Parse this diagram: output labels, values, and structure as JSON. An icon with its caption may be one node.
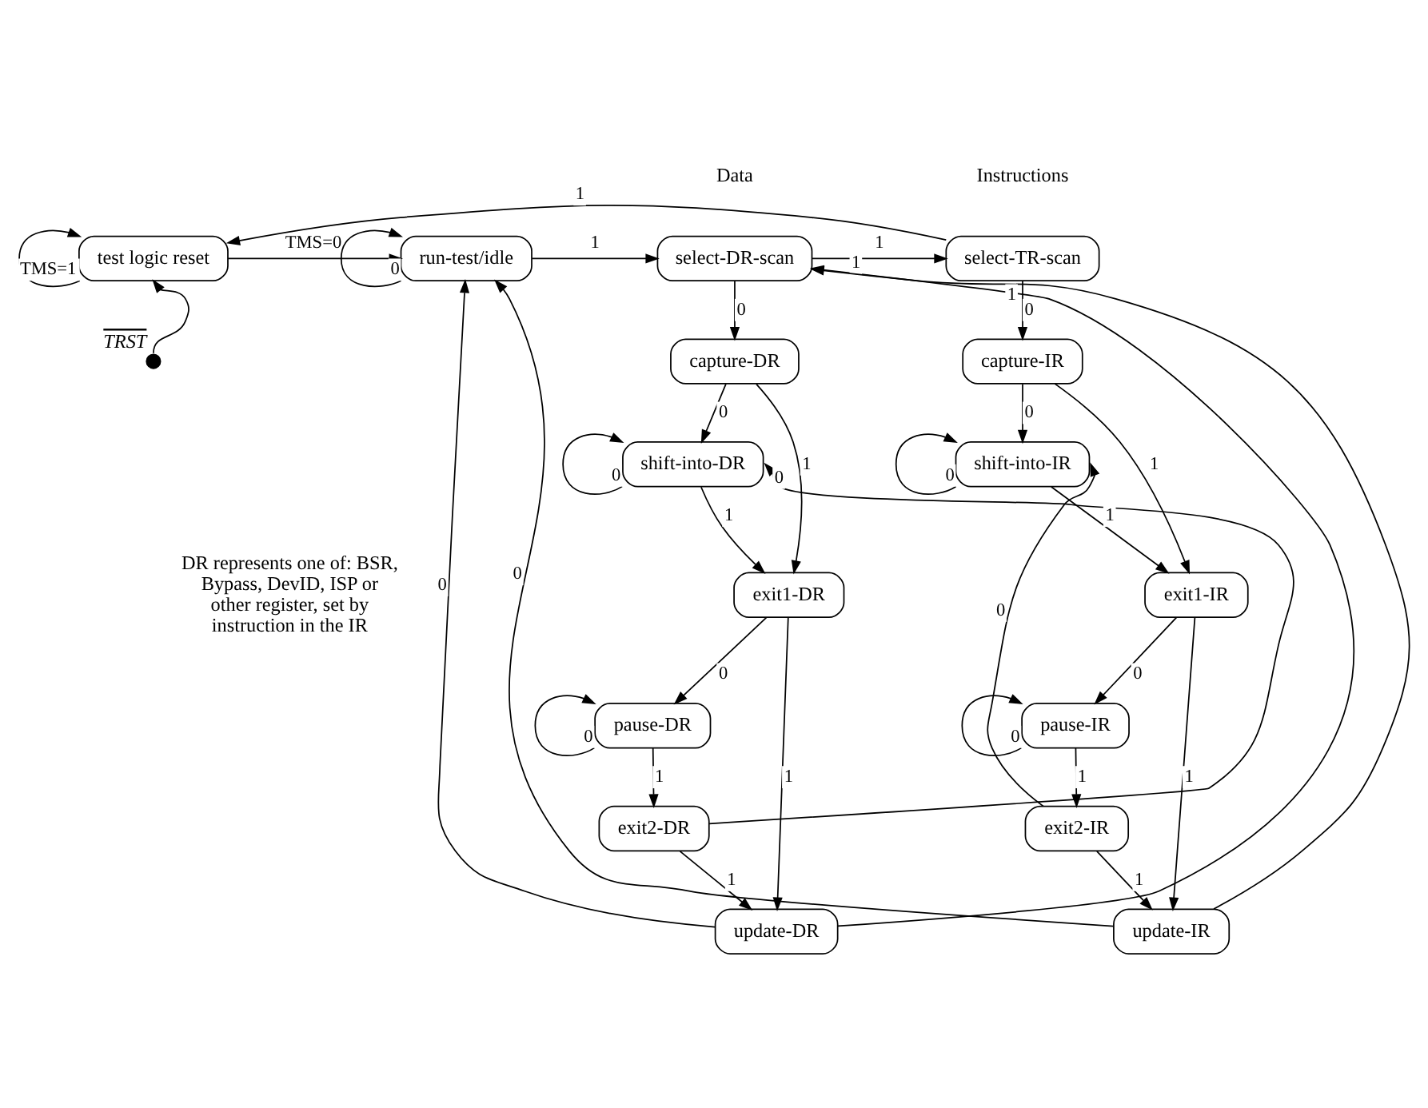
{
  "diagram": {
    "nodes": [
      {
        "text": [
          "test logic reset"
        ]
      },
      {
        "text": [
          "run-test/idle"
        ]
      },
      {
        "text": [
          "select-DR-scan"
        ]
      },
      {
        "text": [
          "select-TR-scan"
        ]
      },
      {
        "text": [
          "capture-DR"
        ]
      },
      {
        "text": [
          "shift-into-DR"
        ]
      },
      {
        "text": [
          "exit1-DR"
        ]
      },
      {
        "text": [
          "pause-DR"
        ]
      },
      {
        "text": [
          "exit2-DR"
        ]
      },
      {
        "text": [
          "update-DR"
        ]
      },
      {
        "text": [
          "capture-IR"
        ]
      },
      {
        "text": [
          "shift-into-IR"
        ]
      },
      {
        "text": [
          "exit1-IR"
        ]
      },
      {
        "text": [
          "pause-IR"
        ]
      },
      {
        "text": [
          "exit2-IR"
        ]
      },
      {
        "text": [
          "update-IR"
        ]
      },
      {
        "text": [],
        "shape": "circle",
        "beside": [
          "TRST"
        ]
      }
    ],
    "edges": [
      {
        "from": 0,
        "to": 0,
        "arrow": "to",
        "label": "TMS=1"
      },
      {
        "from": 0,
        "to": 1,
        "arrow": "to",
        "label": "TMS=0"
      },
      {
        "from": 16,
        "to": 0,
        "arrow": "to"
      },
      {
        "from": 1,
        "to": 1,
        "arrow": "to",
        "label": "0"
      },
      {
        "from": 1,
        "to": 2,
        "arrow": "to",
        "label": "1"
      },
      {
        "from": 2,
        "to": 3,
        "arrow": "to",
        "label": "1"
      },
      {
        "from": 3,
        "to": 0,
        "arrow": "to",
        "label": "1"
      },
      {
        "from": 2,
        "to": 4,
        "arrow": "to",
        "label": "0"
      },
      {
        "from": 4,
        "to": 5,
        "arrow": "to",
        "label": "0"
      },
      {
        "from": 4,
        "to": 6,
        "arrow": "to",
        "label": "1"
      },
      {
        "from": 5,
        "to": 5,
        "arrow": "to",
        "label": "0"
      },
      {
        "from": 5,
        "to": 6,
        "arrow": "to",
        "label": "1"
      },
      {
        "from": 6,
        "to": 7,
        "arrow": "to",
        "label": "0"
      },
      {
        "from": 6,
        "to": 9,
        "arrow": "to",
        "label": "1"
      },
      {
        "from": 7,
        "to": 7,
        "arrow": "to",
        "label": "0"
      },
      {
        "from": 7,
        "to": 8,
        "arrow": "to",
        "label": "1"
      },
      {
        "from": 8,
        "to": 5,
        "arrow": "to",
        "label": "0"
      },
      {
        "from": 8,
        "to": 9,
        "arrow": "to",
        "label": "1"
      },
      {
        "from": 9,
        "to": 2,
        "arrow": "to",
        "label": "1"
      },
      {
        "from": 9,
        "to": 1,
        "arrow": "to",
        "label": "0"
      },
      {
        "from": 3,
        "to": 10,
        "arrow": "to",
        "label": "0"
      },
      {
        "from": 10,
        "to": 11,
        "arrow": "to",
        "label": "0"
      },
      {
        "from": 10,
        "to": 12,
        "arrow": "to",
        "label": "1"
      },
      {
        "from": 11,
        "to": 11,
        "arrow": "to",
        "label": "0"
      },
      {
        "from": 11,
        "to": 12,
        "arrow": "to",
        "label": "1"
      },
      {
        "from": 12,
        "to": 13,
        "arrow": "to",
        "label": "0"
      },
      {
        "from": 12,
        "to": 15,
        "arrow": "to",
        "label": "1"
      },
      {
        "from": 13,
        "to": 13,
        "arrow": "to",
        "label": "0"
      },
      {
        "from": 13,
        "to": 14,
        "arrow": "to",
        "label": "1"
      },
      {
        "from": 14,
        "to": 11,
        "arrow": "to",
        "label": "0"
      },
      {
        "from": 14,
        "to": 15,
        "arrow": "to",
        "label": "1"
      },
      {
        "from": 15,
        "to": 2,
        "arrow": "to",
        "label": "1"
      },
      {
        "from": 15,
        "to": 1,
        "arrow": "to",
        "label": "0"
      }
    ],
    "labels": [
      "Data",
      "Instructions",
      "DR represents one of: BSR, Bypass, DevID, ISP or other register, set by instruction in the IR"
    ]
  }
}
